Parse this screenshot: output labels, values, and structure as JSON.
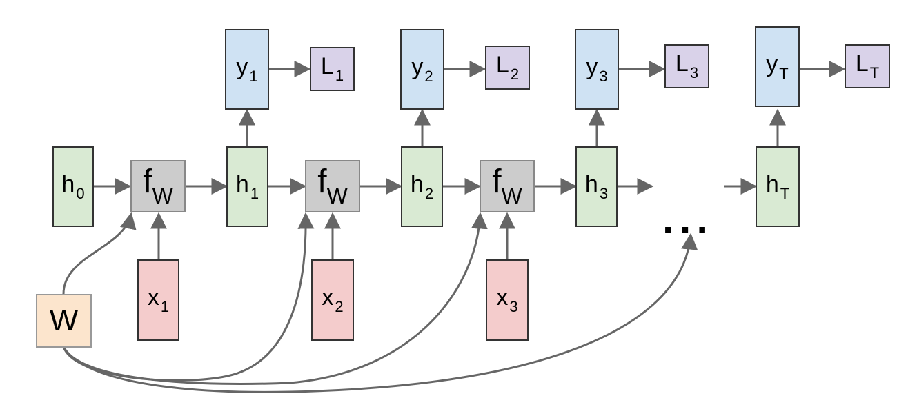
{
  "diagram": {
    "title": "",
    "hidden_states": [
      {
        "main": "h",
        "sub": "0"
      },
      {
        "main": "h",
        "sub": "1"
      },
      {
        "main": "h",
        "sub": "2"
      },
      {
        "main": "h",
        "sub": "3"
      },
      {
        "main": "h",
        "sub": "T"
      }
    ],
    "functions": [
      {
        "main": "f",
        "sub": "W"
      },
      {
        "main": "f",
        "sub": "W"
      },
      {
        "main": "f",
        "sub": "W"
      }
    ],
    "inputs": [
      {
        "main": "x",
        "sub": "1"
      },
      {
        "main": "x",
        "sub": "2"
      },
      {
        "main": "x",
        "sub": "3"
      }
    ],
    "outputs": [
      {
        "main": "y",
        "sub": "1"
      },
      {
        "main": "y",
        "sub": "2"
      },
      {
        "main": "y",
        "sub": "3"
      },
      {
        "main": "y",
        "sub": "T"
      }
    ],
    "losses": [
      {
        "main": "L",
        "sub": "1"
      },
      {
        "main": "L",
        "sub": "2"
      },
      {
        "main": "L",
        "sub": "3"
      },
      {
        "main": "L",
        "sub": "T"
      }
    ],
    "weights": {
      "main": "W"
    },
    "ellipsis": "...",
    "colors": {
      "hidden": "#d9ead3",
      "output": "#cfe2f3",
      "loss": "#d9d2e9",
      "input": "#f4cccc",
      "function": "#cccccc",
      "weights": "#fce5cd",
      "arrow": "#666666"
    }
  }
}
